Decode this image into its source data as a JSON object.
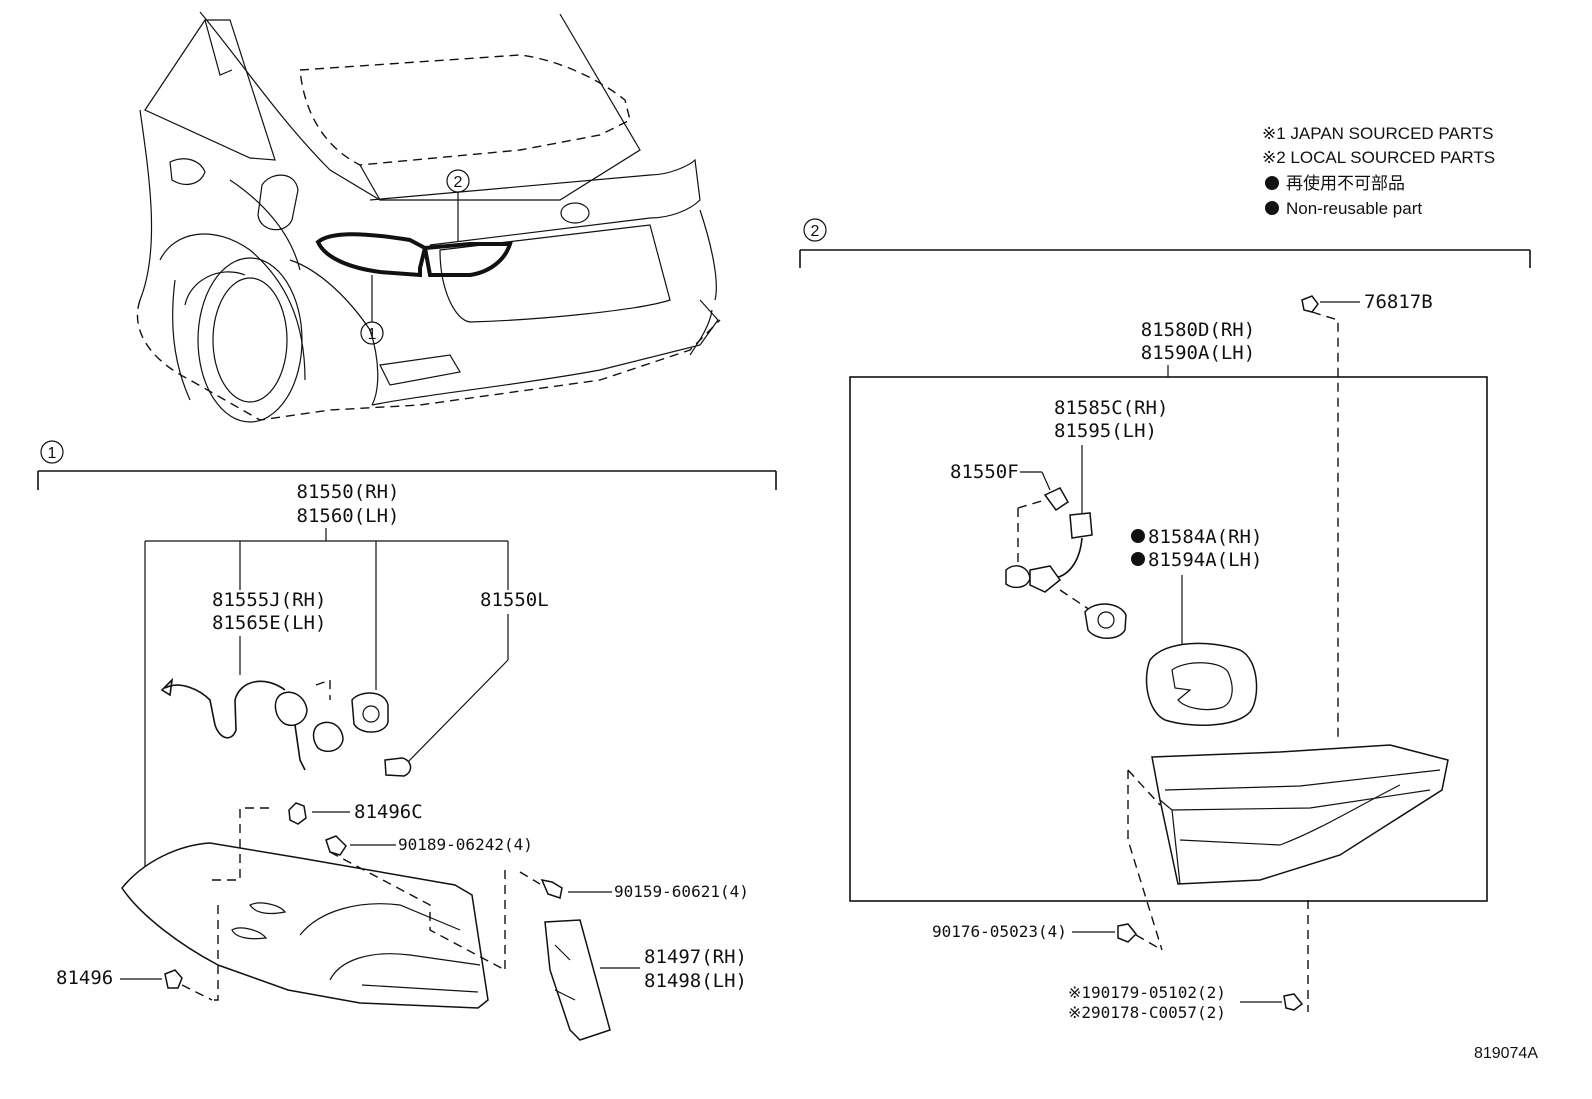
{
  "notes": {
    "note1": "※1 JAPAN SOURCED PARTS",
    "note2": "※2 LOCAL SOURCED PARTS",
    "note3": "再使用不可部品",
    "note4": "Non-reusable part"
  },
  "callouts": {
    "one": "1",
    "two": "2"
  },
  "group1": {
    "assy_rh": "81550(RH)",
    "assy_lh": "81560(LH)",
    "wire_rh": "81555J(RH)",
    "wire_lh": "81565E(LH)",
    "bulb": "81550L",
    "p81496c": "81496C",
    "screw1": "90189-06242(4)",
    "screw2": "90159-60621(4)",
    "bracket_rh": "81497(RH)",
    "bracket_lh": "81498(LH)",
    "p81496": "81496"
  },
  "group2": {
    "clip": "76817B",
    "assy_rh": "81580D(RH)",
    "assy_lh": "81590A(LH)",
    "socket_rh": "81585C(RH)",
    "socket_lh": "81595(LH)",
    "bulb": "81550F",
    "gasket_rh": "81584A(RH)",
    "gasket_lh": "81594A(LH)",
    "nut": "90176-05023(4)",
    "screw_jp": "※190179-05102(2)",
    "screw_local": "※290178-C0057(2)"
  },
  "reference": "819074A"
}
